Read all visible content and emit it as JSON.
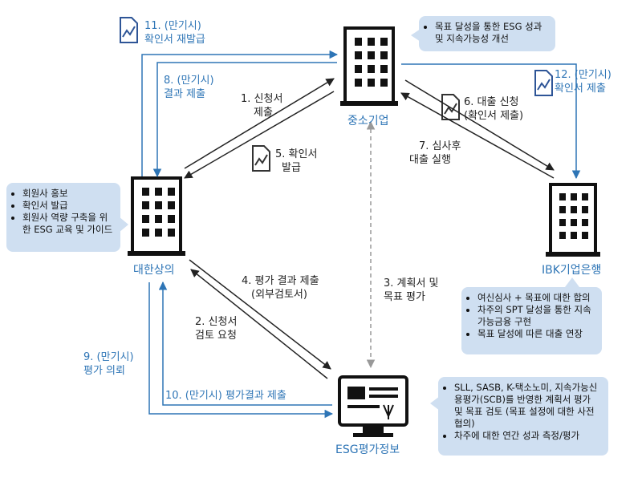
{
  "nodes": {
    "sme": "중소기업",
    "chamber": "대한상의",
    "bank": "IBK기업은행",
    "esg": "ESG평가정보"
  },
  "steps": {
    "s1": [
      "1.  신청서",
      "제출"
    ],
    "s2": [
      "2. 신청서",
      "검토 요청"
    ],
    "s3": [
      "3. 계획서 및",
      "목표 평가"
    ],
    "s4": [
      "4. 평가 결과 제출",
      "(외부검토서)"
    ],
    "s5": [
      "5. 확인서",
      "발급"
    ],
    "s6": [
      "6. 대출 신청",
      "(확인서 제출)"
    ],
    "s7": [
      "7. 심사후",
      "대출 실행"
    ],
    "s8": [
      "8. (만기시)",
      "결과 제출"
    ],
    "s9": [
      "9. (만기시)",
      "평가 의뢰"
    ],
    "s10": "10. (만기시) 평가결과 제출",
    "s11": [
      "11. (만기시)",
      "확인서 재발급"
    ],
    "s12": [
      "12. (만기시)",
      "확인서 제출"
    ]
  },
  "notes": {
    "sme": [
      "목표 달성을 통한 ESG 성과 및 지속가능성 개선"
    ],
    "chamber": [
      "회원사 홍보",
      "확인서 발급",
      "회원사 역량 구축을 위한 ESG 교육 및 가이드"
    ],
    "bank": [
      "여신심사 + 목표에 대한 합의",
      "차주의 SPT 달성을 통한 지속가능금융 구현",
      "목표 달성에 따른 대출 연장"
    ],
    "esg": [
      "SLL, SASB, K-택소노미, 지속가능신용평가(SCB)를 반영한 계획서 평가 및 목표 검토 (목표 설정에 대한 사전 협의)",
      "차주에 대한 연간 성과 측정/평가"
    ]
  },
  "colors": {
    "blue": "#2e75b6",
    "note_bg": "#cfdff1",
    "arrow_dark": "#333333"
  },
  "icons": [
    "building-icon",
    "computer-icon",
    "document-chart-icon"
  ]
}
